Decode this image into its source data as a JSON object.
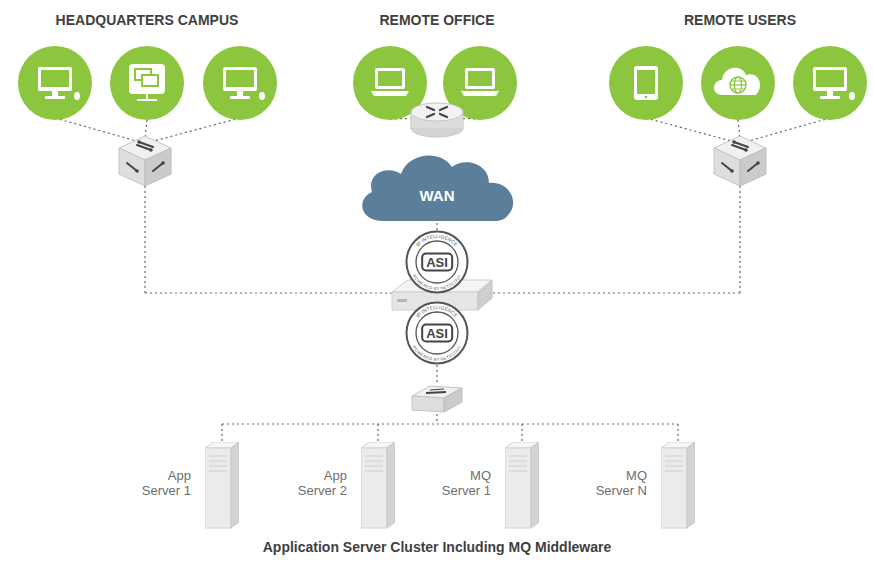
{
  "diagram": {
    "caption": "Application Server Cluster Including MQ Middleware",
    "nodes": [
      {
        "text": [
          "WAN"
        ]
      },
      {
        "text": [
          "ASI",
          "IP INTELLIGENCE",
          "POWERED BY NETSCOUT"
        ]
      },
      {
        "text": [
          "ASI",
          "IP INTELLIGENCE",
          "POWERED BY NETSCOUT"
        ]
      },
      {
        "text": [
          "App Server 1"
        ]
      },
      {
        "text": [
          "App Server 2"
        ]
      },
      {
        "text": [
          "MQ Server 1"
        ]
      },
      {
        "text": [
          "MQ Server N"
        ]
      }
    ],
    "edges": [
      {
        "from": 0,
        "to": 1,
        "arrow": "none"
      }
    ],
    "labels": [
      "HEADQUARTERS CAMPUS",
      "REMOTE OFFICE",
      "REMOTE USERS"
    ]
  }
}
